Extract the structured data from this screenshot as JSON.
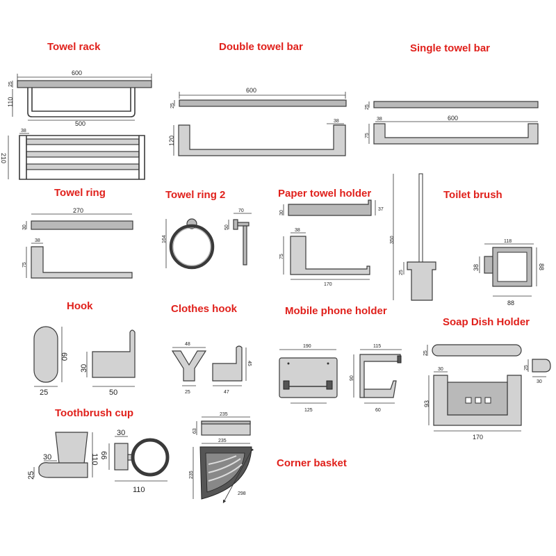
{
  "products": {
    "towel_rack": {
      "title": "Towel rack",
      "d_width_top": "600",
      "d_thick": "25",
      "d_height": "110",
      "d_inner": "500",
      "d_depth": "38",
      "d_side": "210"
    },
    "double_towel_bar": {
      "title": "Double towel bar",
      "d_width": "600",
      "d_thick": "25",
      "d_depth": "38",
      "d_height": "120"
    },
    "single_towel_bar": {
      "title": "Single towel bar",
      "d_thick": "25",
      "d_depth": "38",
      "d_width": "600",
      "d_height": "75"
    },
    "towel_ring": {
      "title": "Towel ring",
      "d_width": "270",
      "d_thick": "30",
      "d_depth": "38",
      "d_height": "75"
    },
    "towel_ring_2": {
      "title": "Towel ring 2",
      "d_height": "164",
      "d_depth": "70",
      "d_base": "50"
    },
    "paper_towel_holder": {
      "title": "Paper towel holder",
      "d_thick": "30",
      "d_side": "37",
      "d_depth": "38",
      "d_height": "75",
      "d_width": "170"
    },
    "toilet_brush": {
      "title": "Toilet brush",
      "d_height": "350",
      "d_base": "25",
      "d_top": "118",
      "d_left": "38",
      "d_right": "88",
      "d_bottom": "88"
    },
    "hook": {
      "title": "Hook",
      "d_height": "60",
      "d_width": "25",
      "d_side": "30",
      "d_length": "50"
    },
    "clothes_hook": {
      "title": "Clothes hook",
      "d_top": "48",
      "d_bottom": "25",
      "d_height": "45",
      "d_length": "47"
    },
    "mobile_phone_holder": {
      "title": "Mobile phone holder",
      "d_front_top": "190",
      "d_front_bottom": "125",
      "d_side_top": "115",
      "d_side_height": "90",
      "d_side_bottom": "60"
    },
    "soap_dish_holder": {
      "title": "Soap Dish Holder",
      "d_thick": "25",
      "d_depth": "30",
      "d_side_thick": "25",
      "d_side_depth": "30",
      "d_height": "93",
      "d_width": "170"
    },
    "toothbrush_cup": {
      "title": "Toothbrush cup",
      "d_depth": "30",
      "d_thick": "25",
      "d_height": "110",
      "d_side_depth": "30",
      "d_side_height": "66",
      "d_width": "110"
    },
    "corner_basket": {
      "title": "Corner basket",
      "d_top_width": "235",
      "d_top_height": "63",
      "d_width": "235",
      "d_height": "235",
      "d_diag": "298"
    }
  }
}
